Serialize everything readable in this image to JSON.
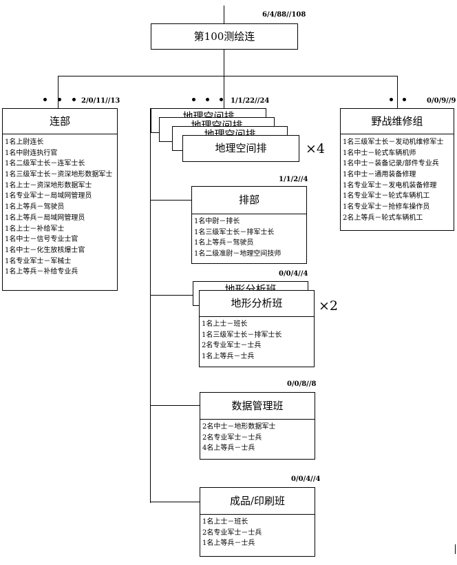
{
  "hq": {
    "title": "第100测绘连",
    "code": "6/4/88//108"
  },
  "company_hq": {
    "title": "连部",
    "code": "2/0/11//13",
    "lines": [
      "1名上尉连长",
      "1名中尉连执行官",
      "1名二级军士长－连军士长",
      "1名三级军士长－资深地形数据军士",
      "1名上士－资深地形数据军士",
      "1名专业军士－局域网管理员",
      "1名上等兵－驾驶员",
      "1名上等兵－局域网管理员",
      "1名上士－补给军士",
      "1名中士－信号专业士官",
      "1名中士－化生放核爆士官",
      "1名专业军士－军械士",
      "1名上等兵－补给专业兵"
    ]
  },
  "field_maintenance": {
    "title": "野战维修组",
    "code": "0/0/9//9",
    "lines": [
      "1名三级军士长－发动机维修军士",
      "1名中士－轮式车辆机师",
      "1名中士－装备记录/部件专业兵",
      "1名中士－通用装备修理",
      "1名专业军士－发电机装备修理",
      "1名专业军士－轮式车辆机工",
      "1名专业军士－抢修车操作员",
      "2名上等兵－轮式车辆机工"
    ]
  },
  "geospatial_platoon": {
    "title": "地理空间排",
    "code": "1/1/22//24",
    "multiplier": "×4",
    "stack_titles": [
      "地理空间排",
      "地理空间排",
      "地理空间排"
    ]
  },
  "platoon_hq": {
    "title": "排部",
    "code": "1/1/2//4",
    "lines": [
      "1名中尉－排长",
      "1名三级军士长－排军士长",
      "1名上等兵－驾驶员",
      "1名二级准尉－地理空间技师"
    ]
  },
  "terrain_analysis": {
    "title": "地形分析班",
    "code": "0/0/4//4",
    "multiplier": "×2",
    "back_title": "地形分析班",
    "lines": [
      "1名上士－班长",
      "1名三级军士长－排军士长",
      "2名专业军士－士兵",
      "1名上等兵－士兵"
    ]
  },
  "data_management": {
    "title": "数据管理班",
    "code": "0/0/8//8",
    "lines": [
      "2名中士－地形数据军士",
      "2名专业军士－士兵",
      "4名上等兵－士兵"
    ]
  },
  "print_team": {
    "title": "成品/印刷班",
    "code": "0/0/4//4",
    "lines": [
      "1名上士－班长",
      "2名专业军士－士兵",
      "1名上等兵－士兵"
    ]
  }
}
